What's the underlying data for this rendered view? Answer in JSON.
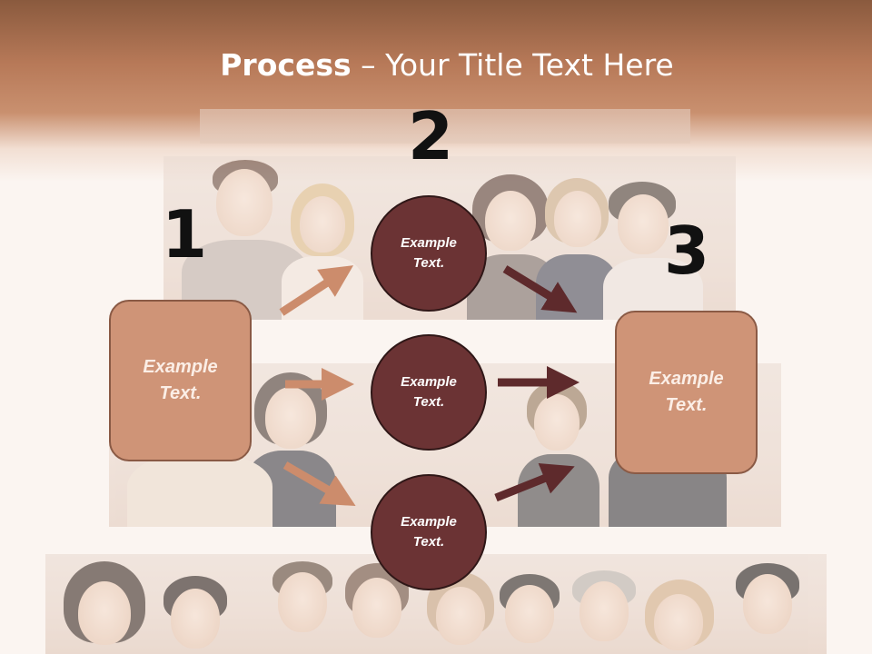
{
  "slide": {
    "title_bold": "Process",
    "title_rest": " – Your Title Text Here"
  },
  "steps": {
    "one": "1",
    "two": "2",
    "three": "3"
  },
  "boxes": {
    "left": {
      "line1": "Example",
      "line2": "Text."
    },
    "right": {
      "line1": "Example",
      "line2": "Text."
    }
  },
  "circles": {
    "top": {
      "line1": "Example",
      "line2": "Text."
    },
    "middle": {
      "line1": "Example",
      "line2": "Text."
    },
    "bottom": {
      "line1": "Example",
      "line2": "Text."
    }
  },
  "colors": {
    "box_fill": "#cf9477",
    "circle_fill": "#6b3334",
    "arrow_light": "#cc8c6c",
    "arrow_dark": "#5e2a2c"
  }
}
